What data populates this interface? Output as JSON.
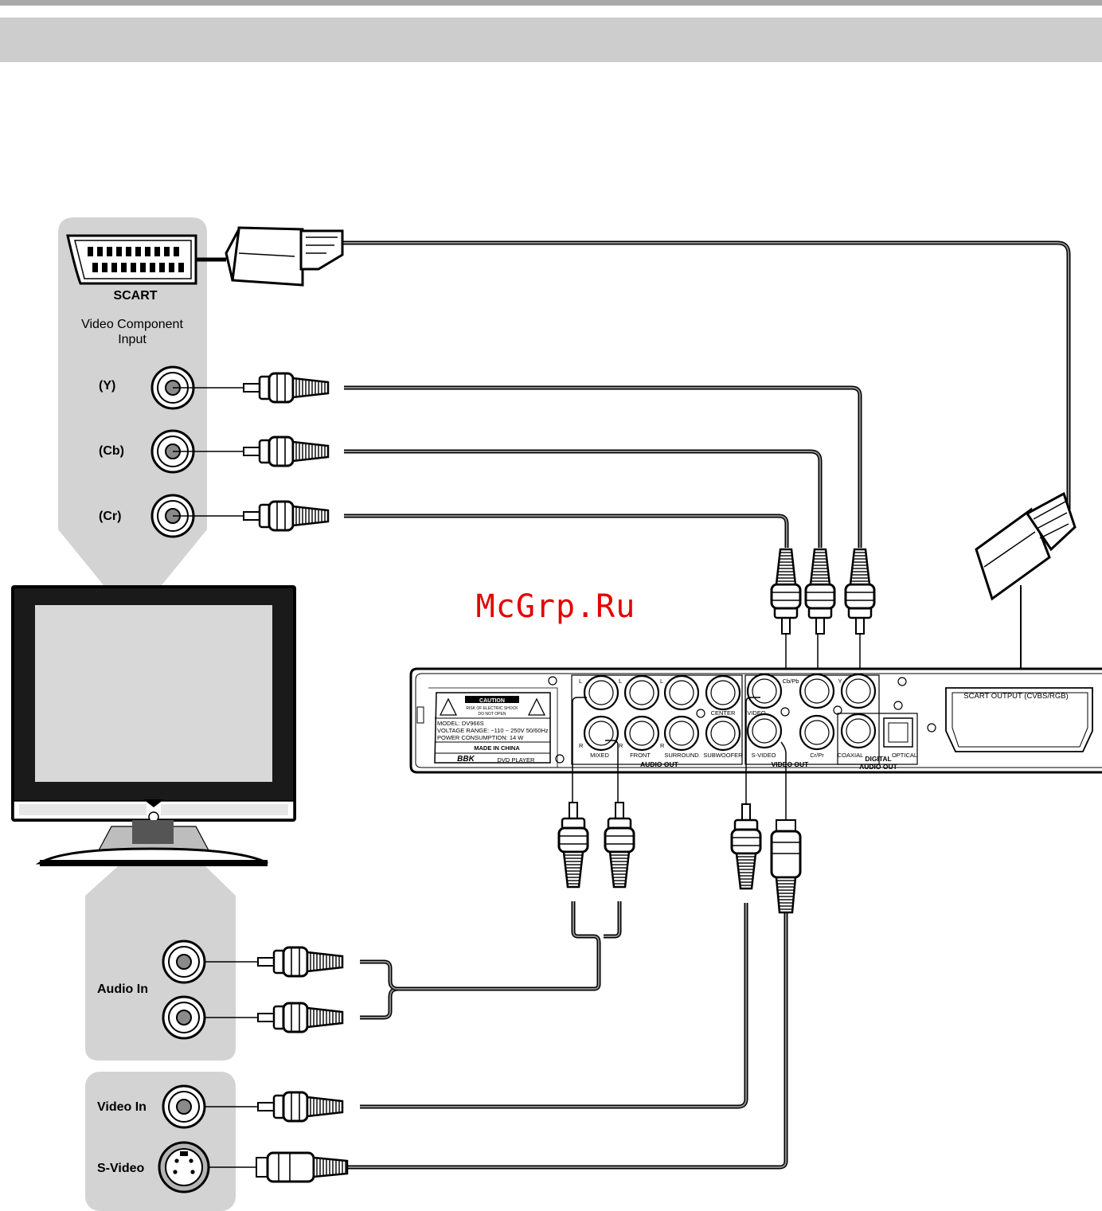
{
  "watermark": "McGrp.Ru",
  "tv_panel": {
    "scart_label": "SCART",
    "component_title_line1": "Video Component",
    "component_title_line2": "Input",
    "jacks": [
      "(Y)",
      "(Cb)",
      "(Cr)"
    ]
  },
  "audio_panel": {
    "label": "Audio In"
  },
  "video_panel": {
    "video_in": "Video In",
    "s_video": "S-Video"
  },
  "dvd_player": {
    "caution_title": "CAUTION",
    "caution_line1": "RISK OF ELECTRIC SHOCK",
    "caution_line2": "DO NOT OPEN",
    "model": "MODEL:  DV966S",
    "voltage": "VOLTAGE RANGE:  ~110 ~ 250V  50/60Hz",
    "power": "POWER CONSUMPTION: 14 W",
    "made_in": "MADE IN CHINA",
    "brand": "BBK",
    "product": "DVD PLAYER",
    "scart_output": "SCART OUTPUT (CVBS/RGB)",
    "audio_out": "AUDIO OUT",
    "video_out": "VIDEO OUT",
    "digital_line1": "DIGITAL",
    "digital_line2": "AUDIO OUT",
    "ports": {
      "l": "L",
      "r": "R",
      "mixed": "MIXED",
      "front": "FRONT",
      "surround": "SURROUND",
      "center": "CENTER",
      "subwoofer": "SUBWOOFER",
      "video": "VIDEO",
      "svideo": "S-VIDEO",
      "cbpb": "Cb/Pb",
      "y": "Y",
      "crpr": "Cr/Pr",
      "coaxial": "COAXIAL",
      "optical": "OPTICAL"
    }
  }
}
